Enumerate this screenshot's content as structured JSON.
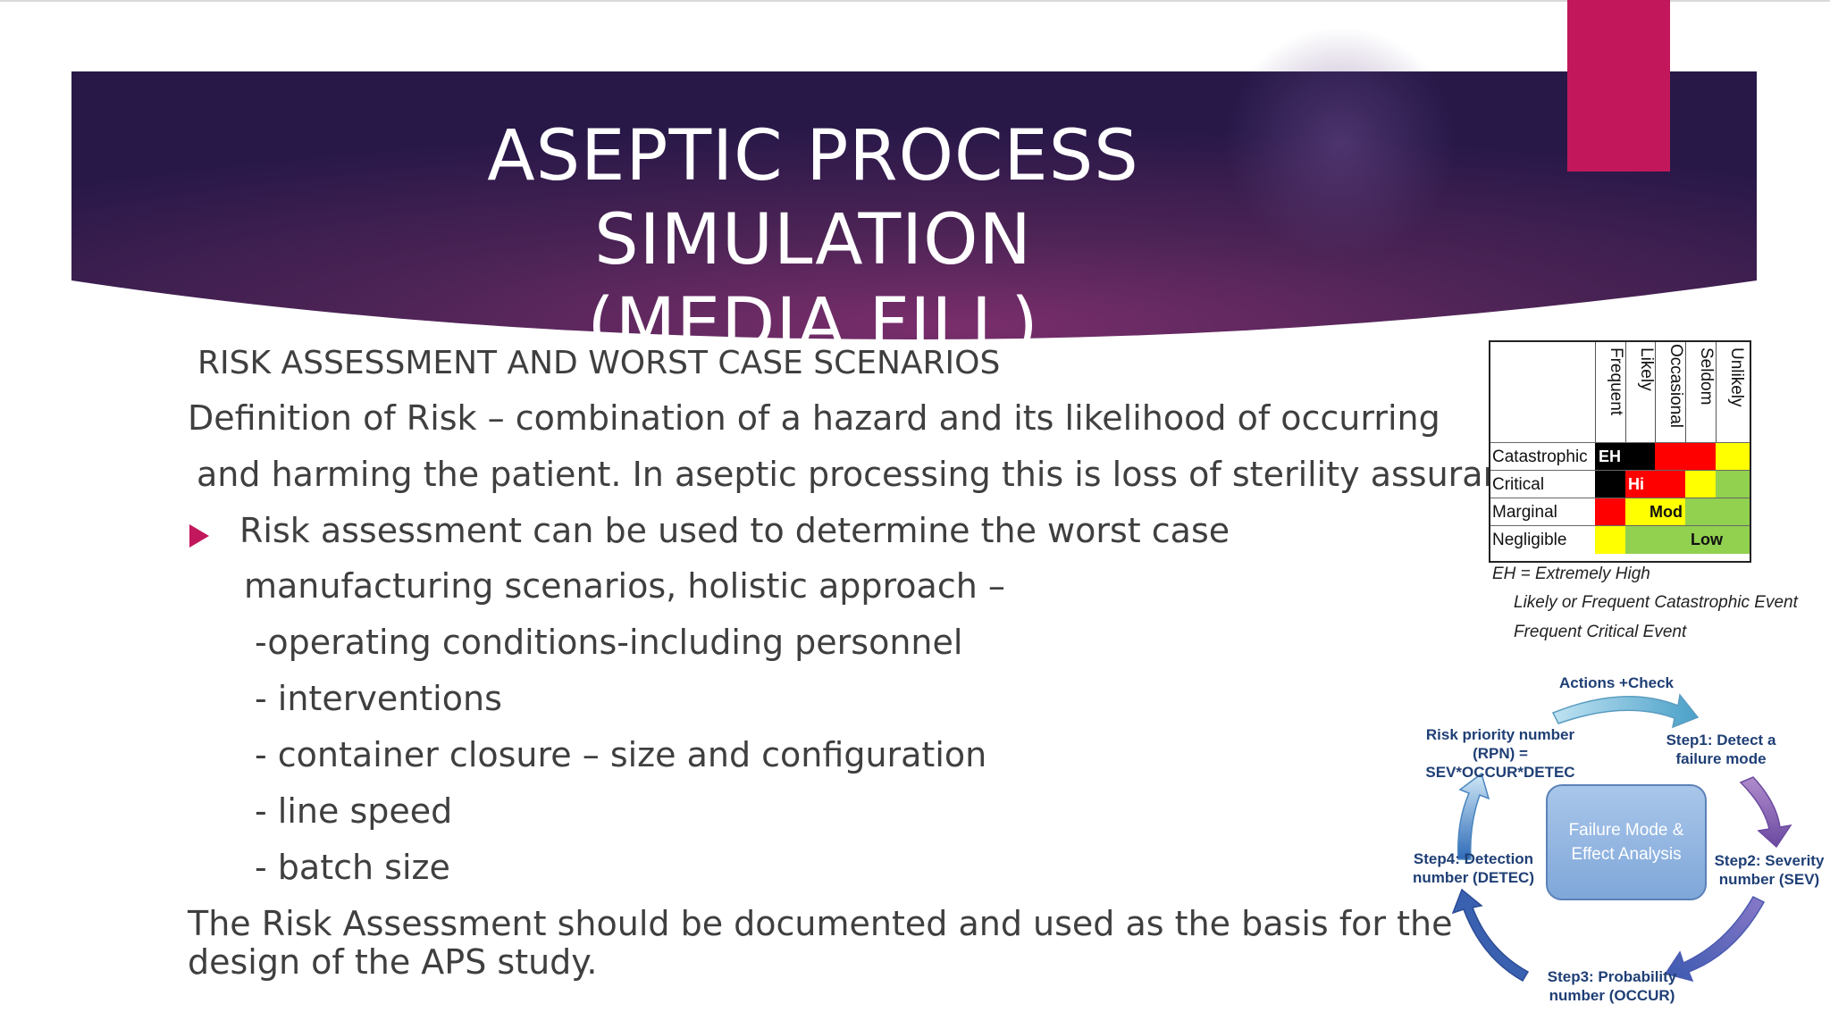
{
  "slide": {
    "title_line1": "ASEPTIC  PROCESS  SIMULATION",
    "title_line2": "(MEDIA FILL)",
    "subtitle": "RISK ASSESSMENT AND WORST CASE SCENARIOS",
    "definition_line1": "Definition of Risk – combination of a hazard and its likelihood of occurring",
    "definition_line2": "and harming the patient. In aseptic processing this is loss of sterility assurance.",
    "bullet_line1": "Risk assessment can be used to determine the worst case",
    "bullet_line2": "manufacturing scenarios, holistic approach –",
    "sub_items": [
      "-operating conditions-including personnel",
      "- interventions",
      "- container closure – size and configuration",
      "- line speed",
      "- batch size"
    ],
    "conclusion_line1": "The Risk Assessment should be documented and used as the basis for the",
    "conclusion_line2": "design of the APS study."
  },
  "risk_matrix": {
    "columns": [
      "Frequent",
      "Likely",
      "Occasional",
      "Seldom",
      "Unlikely"
    ],
    "rows": [
      "Catastrophic",
      "Critical",
      "Marginal",
      "Negligible"
    ],
    "labels": {
      "eh": "EH",
      "hi": "Hi",
      "mod": "Mod",
      "low": "Low"
    },
    "colors": {
      "eh": "#000000",
      "hi": "#ff0000",
      "mod": "#ffff00",
      "low": "#92d050"
    },
    "legend_line1": "EH = Extremely High",
    "legend_line2": "Likely  or Frequent Catastrophic Event",
    "legend_line3": "Frequent Critical Event"
  },
  "fmea_cycle": {
    "center": "Failure Mode & Effect Analysis",
    "actions": "Actions +Check",
    "rpn": "Risk priority number (RPN) = SEV*OCCUR*DETEC",
    "step1": "Step1: Detect a failure mode",
    "step2": "Step2: Severity number (SEV)",
    "step3": "Step3: Probability number (OCCUR)",
    "step4": "Step4: Detection number (DETEC)"
  },
  "colors": {
    "accent": "#c2185b",
    "banner_dark": "#2d1a4a",
    "banner_light": "#6b2a63"
  }
}
